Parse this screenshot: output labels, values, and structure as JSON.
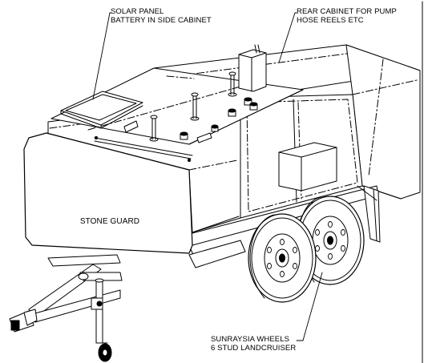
{
  "annotations": {
    "solar_panel": {
      "line1": "SOLAR PANEL",
      "line2": "BATTERY IN SIDE CABINET"
    },
    "rear_cabinet": {
      "line1": "REAR CABINET FOR PUMP",
      "line2": "HOSE REELS ETC"
    },
    "stone_guard": "STONE GUARD",
    "wheels": {
      "line1": "SUNRAYSIA WHEELS",
      "line2": "6 STUD LANDCRUISER"
    }
  },
  "colors": {
    "ink": "#000000",
    "paper": "#ffffff"
  }
}
